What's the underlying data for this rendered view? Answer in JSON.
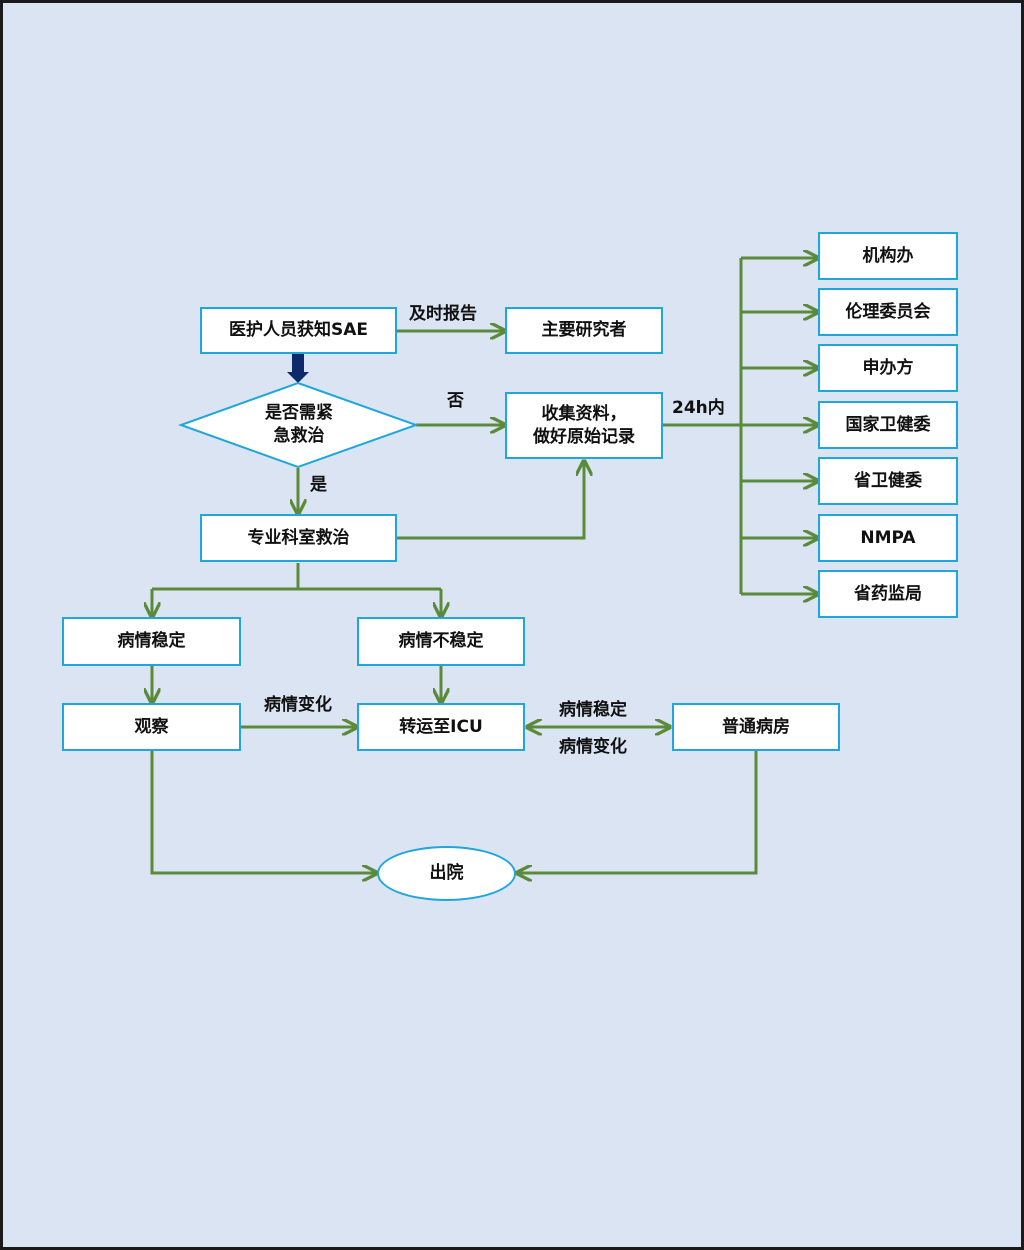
{
  "colors": {
    "background": "#dbe4f3",
    "box_fill": "#ffffff",
    "box_border": "#1ea6dd",
    "arrow": "#5a8a3a",
    "thick_arrow": "#0d2b6b",
    "frame": "#1a1a1a"
  },
  "nodes": {
    "staff_aware": "医护人员获知SAE",
    "principal_investigator": "主要研究者",
    "decision_line1": "是否需紧",
    "decision_line2": "急救治",
    "collect_line1": "收集资料，",
    "collect_line2": "做好原始记录",
    "specialist_treatment": "专业科室救治",
    "condition_stable": "病情稳定",
    "condition_unstable": "病情不稳定",
    "observe": "观察",
    "transfer_icu": "转运至ICU",
    "general_ward": "普通病房",
    "discharge": "出院"
  },
  "recipients": [
    "机构办",
    "伦理委员会",
    "申办方",
    "国家卫健委",
    "省卫健委",
    "NMPA",
    "省药监局"
  ],
  "edge_labels": {
    "timely_report": "及时报告",
    "no": "否",
    "yes": "是",
    "within_24h": "24h内",
    "condition_change_1": "病情变化",
    "icu_condition_stable": "病情稳定",
    "icu_condition_change": "病情变化"
  }
}
